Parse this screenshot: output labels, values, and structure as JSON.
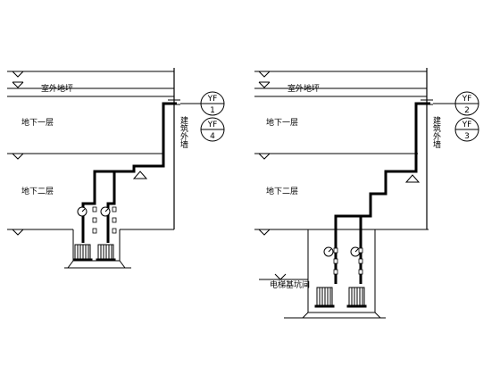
{
  "left": {
    "outdoor_ground": "室外地坪",
    "floor_b1": "地下一层",
    "floor_b2": "地下二层",
    "outer_wall": "建筑外墙",
    "tag_a_top": "YF",
    "tag_a_num": "1",
    "tag_b_top": "YF",
    "tag_b_num": "4"
  },
  "right": {
    "outdoor_ground": "室外地坪",
    "floor_b1": "地下一层",
    "floor_b2": "地下二层",
    "outer_wall": "建筑外墙",
    "pit_room": "电梯基坑间",
    "tag_a_top": "YF",
    "tag_a_num": "2",
    "tag_b_top": "YF",
    "tag_b_num": "3"
  }
}
